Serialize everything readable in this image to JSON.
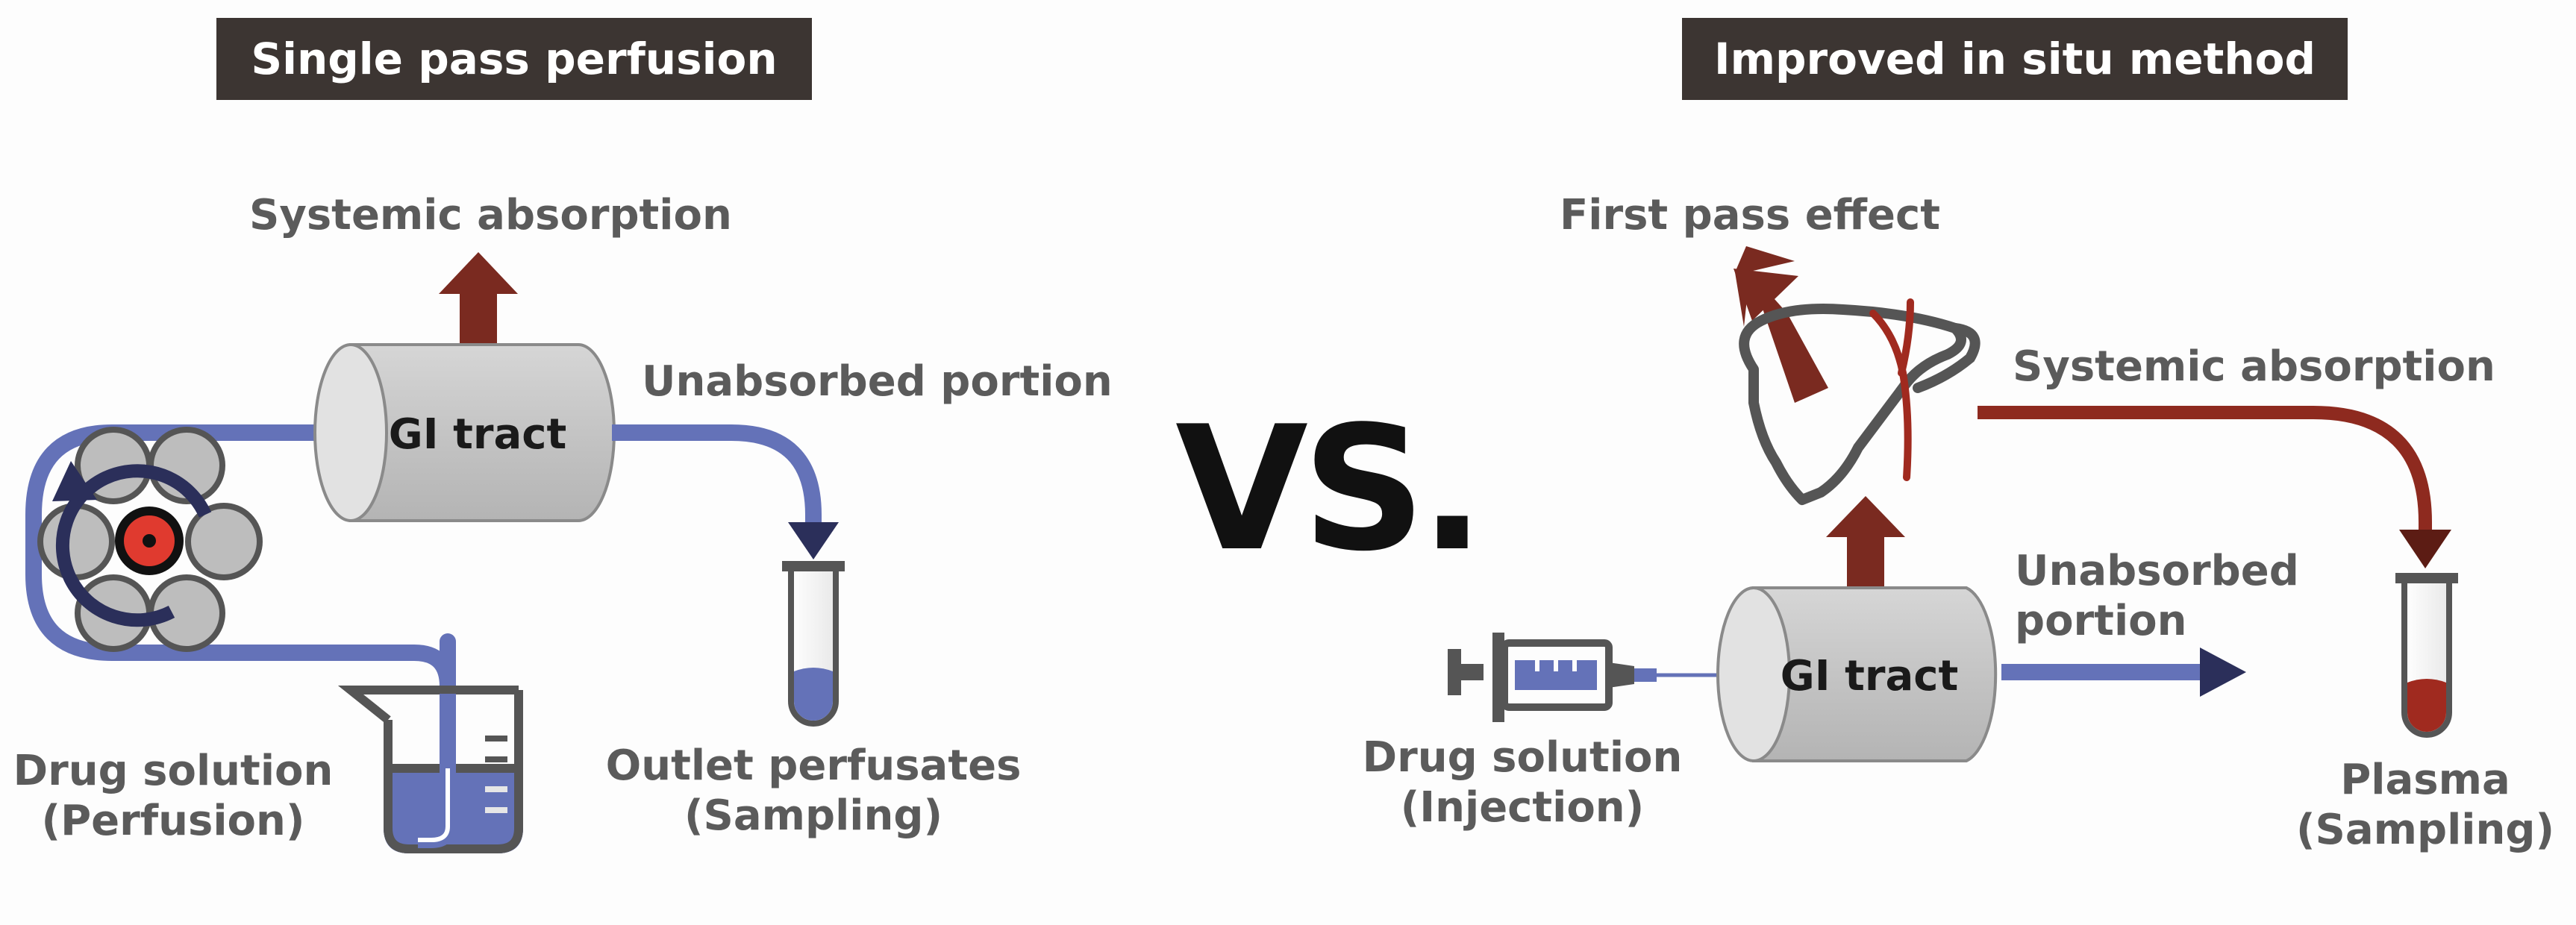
{
  "left_panel": {
    "title": "Single pass perfusion",
    "systemic_label": "Systemic absorption",
    "gi_label": "GI tract",
    "unabsorbed_label": "Unabsorbed portion",
    "drug_label_1": "Drug solution",
    "drug_label_2": "(Perfusion)",
    "outlet_label_1": "Outlet perfusates",
    "outlet_label_2": "(Sampling)"
  },
  "versus": "VS.",
  "right_panel": {
    "title": "Improved in situ method",
    "first_pass_label": "First pass effect",
    "systemic_label": "Systemic absorption",
    "gi_label": "GI tract",
    "unabsorbed_label_1": "Unabsorbed",
    "unabsorbed_label_2": "portion",
    "drug_label_1": "Drug solution",
    "drug_label_2": "(Injection)",
    "plasma_label_1": "Plasma",
    "plasma_label_2": "(Sampling)"
  },
  "colors": {
    "title_bg": "#3c3532",
    "absorption_arrow": "#7a2a20",
    "perfusion_line": "#6472b8",
    "pump_arrow": "#2b2f5a",
    "gi_cylinder": "#c4c4c4",
    "pump_center": "#e03a2f",
    "liver_outline": "#555555",
    "blood_vessel": "#a02a1f"
  }
}
